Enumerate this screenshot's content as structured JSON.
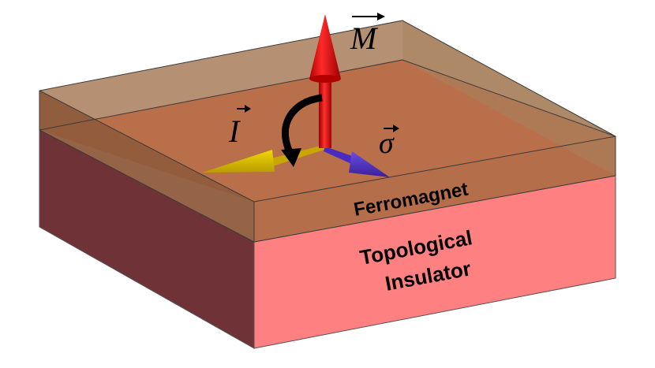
{
  "layers": {
    "top": {
      "label": "Ferromagnet"
    },
    "bottom": {
      "label_line1": "Topological",
      "label_line2": "Insulator"
    }
  },
  "vectors": {
    "magnetization": {
      "symbol": "M",
      "color": "#e81010"
    },
    "current": {
      "symbol": "I",
      "color": "#d8b800"
    },
    "spin": {
      "symbol": "σ",
      "color": "#4a2bbf"
    }
  },
  "colors": {
    "insulator_front": "#ff8080",
    "insulator_side": "#6f3236",
    "ferromagnet_top": "#b96f4a",
    "ferromagnet_front": "#b56e4a",
    "ferromagnet_side": "#93603f"
  }
}
